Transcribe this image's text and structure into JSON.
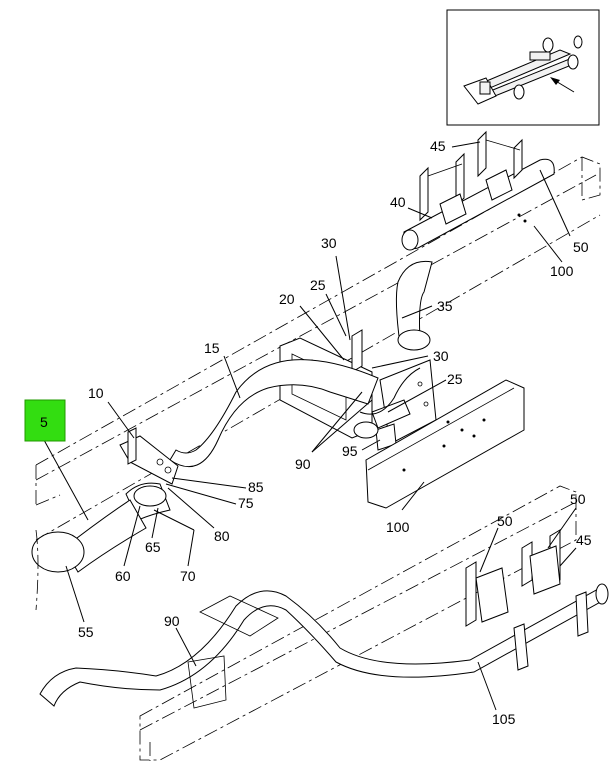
{
  "diagram": {
    "highlighted_callout": "5",
    "callouts": [
      {
        "id": "c-45-top",
        "text": "45"
      },
      {
        "id": "c-40",
        "text": "40"
      },
      {
        "id": "c-50-top",
        "text": "50"
      },
      {
        "id": "c-100-top",
        "text": "100"
      },
      {
        "id": "c-30-a",
        "text": "30"
      },
      {
        "id": "c-25-a",
        "text": "25"
      },
      {
        "id": "c-35",
        "text": "35"
      },
      {
        "id": "c-20",
        "text": "20"
      },
      {
        "id": "c-15",
        "text": "15"
      },
      {
        "id": "c-30-b",
        "text": "30"
      },
      {
        "id": "c-25-b",
        "text": "25"
      },
      {
        "id": "c-10",
        "text": "10"
      },
      {
        "id": "c-90-a",
        "text": "90"
      },
      {
        "id": "c-95",
        "text": "95"
      },
      {
        "id": "c-85",
        "text": "85"
      },
      {
        "id": "c-75",
        "text": "75"
      },
      {
        "id": "c-80",
        "text": "80"
      },
      {
        "id": "c-100-mid",
        "text": "100"
      },
      {
        "id": "c-65",
        "text": "65"
      },
      {
        "id": "c-60",
        "text": "60"
      },
      {
        "id": "c-70",
        "text": "70"
      },
      {
        "id": "c-55",
        "text": "55"
      },
      {
        "id": "c-50-b",
        "text": "50"
      },
      {
        "id": "c-50-c",
        "text": "50"
      },
      {
        "id": "c-45-b",
        "text": "45"
      },
      {
        "id": "c-90-b",
        "text": "90"
      },
      {
        "id": "c-105",
        "text": "105"
      }
    ]
  },
  "locator": {
    "arrow": "arrow-icon",
    "thumbnail": "truck-chassis-thumbnail"
  }
}
